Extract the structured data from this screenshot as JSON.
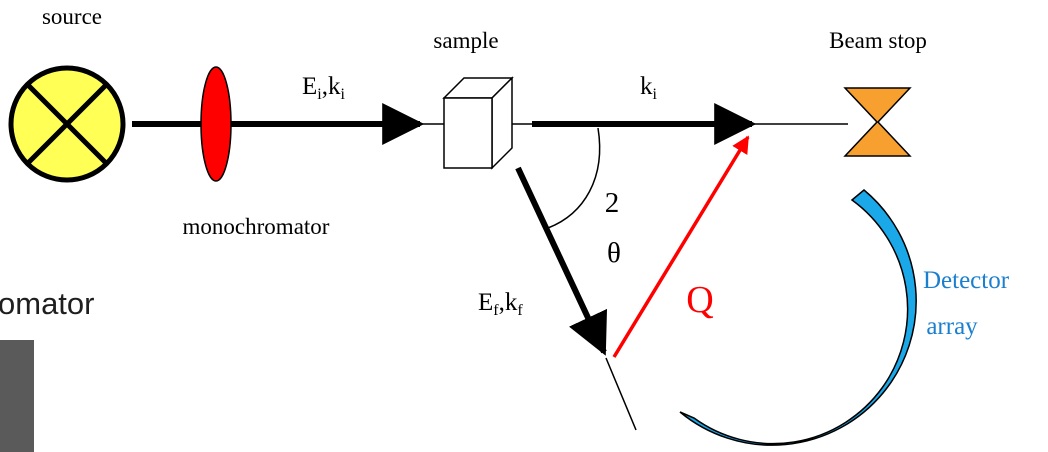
{
  "labels": {
    "source": "source",
    "sample": "sample",
    "beam_stop": "Beam stop",
    "monochromator": "monochromator",
    "two": "2",
    "theta": "θ",
    "q": "Q",
    "detector_line1": "Detector",
    "detector_line2": "array",
    "cut_off_caption": "omator",
    "ei_E": "E",
    "ei_i": "i",
    "ei_k": ",k",
    "ei_i2": "i",
    "ki_k": "k",
    "ki_i": "i",
    "ef_E": "E",
    "ef_f": "f",
    "ef_k": ",k",
    "ef_f2": "f"
  },
  "colors": {
    "source_fill": "#ffff55",
    "monochromator_fill": "#ff0000",
    "beam_stop_fill": "#f7a030",
    "detector_fill": "#1aa8e8",
    "q_vector": "#ff0000",
    "detector_text": "#1a7fcf",
    "photo_strip": "#5a5a5a"
  }
}
